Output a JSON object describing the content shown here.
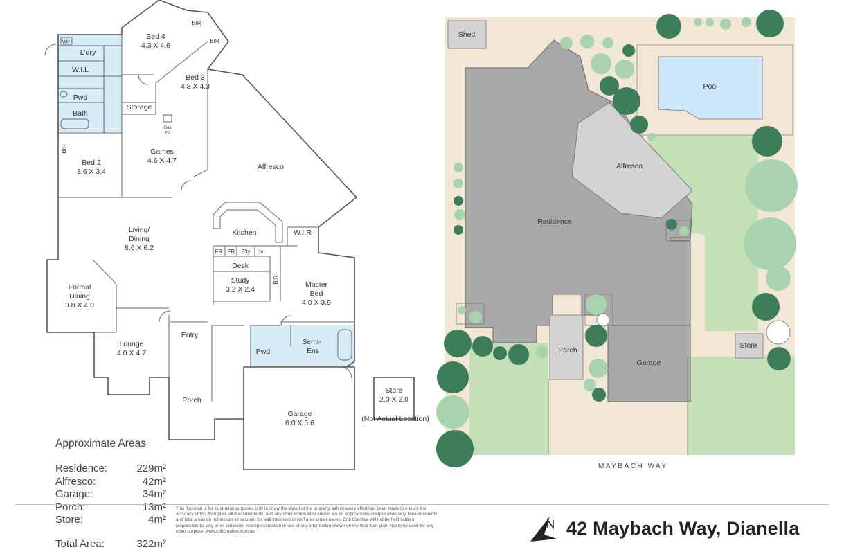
{
  "floor_plan": {
    "rooms": {
      "bed4": {
        "name": "Bed 4",
        "size": "4.3 X 4.6"
      },
      "bed3": {
        "name": "Bed 3",
        "size": "4.8 X 4.3"
      },
      "bed2": {
        "name": "Bed 2",
        "size": "3.6 X 3.4"
      },
      "games": {
        "name": "Games",
        "size": "4.6 X 4.7"
      },
      "alfresco": {
        "name": "Alfresco"
      },
      "living": {
        "name_line1": "Living/",
        "name_line2": "Dining",
        "size": "8.6 X 6.2"
      },
      "kitchen": {
        "name": "Kitchen"
      },
      "formal_dining": {
        "name_line1": "Formal",
        "name_line2": "Dining",
        "size": "3.8 X 4.0"
      },
      "lounge": {
        "name": "Lounge",
        "size": "4.0 X 4.7"
      },
      "study": {
        "name": "Study",
        "size": "3.2 X 2.4"
      },
      "desk": {
        "name": "Desk"
      },
      "master_bed": {
        "name_line1": "Master",
        "name_line2": "Bed",
        "size": "4.0 X 3.9"
      },
      "semi_ens": {
        "name_line1": "Semi-",
        "name_line2": "Ens"
      },
      "entry": {
        "name": "Entry"
      },
      "porch": {
        "name": "Porch"
      },
      "garage": {
        "name": "Garage",
        "size": "6.0 X 5.6"
      },
      "store": {
        "name": "Store",
        "size": "2.0 X 2.0",
        "note": "(Not Actual Location)"
      },
      "laundry": {
        "name": "L'dry"
      },
      "wil": {
        "name": "W.I.L"
      },
      "pwd1": {
        "name": "Pwd"
      },
      "bath": {
        "name": "Bath"
      },
      "storage": {
        "name": "Storage"
      },
      "wir": {
        "name": "W.I.R"
      },
      "pwd2": {
        "name": "Pwd"
      }
    },
    "small_labels": {
      "bir": "BIR",
      "wm": "WM",
      "gas": "Gas",
      "fp": "FP",
      "fr": "FR",
      "pantry": "P'ty",
      "oven": "ov"
    }
  },
  "areas": {
    "heading": "Approximate Areas",
    "rows": [
      {
        "label": "Residence:",
        "value": "229m²"
      },
      {
        "label": "Alfresco:",
        "value": "42m²"
      },
      {
        "label": "Garage:",
        "value": "34m²"
      },
      {
        "label": "Porch:",
        "value": "13m²"
      },
      {
        "label": "Store:",
        "value": "4m²"
      }
    ],
    "total_label": "Total Area:",
    "total_value": "322m²"
  },
  "site_plan": {
    "labels": {
      "shed": "Shed",
      "pool": "Pool",
      "alfresco": "Alfresco",
      "residence": "Residence",
      "porch": "Porch",
      "garage": "Garage",
      "store": "Store"
    },
    "street": "MAYBACH WAY"
  },
  "disclaimer": "This floorplan is for illustration purposes only to show the layout of the property. Whilst every effort has been made to ensure the accuracy of this floor plan, all measurements, and any other information shown are an approximate interpretation only. Measurements and total areas do not include or account for wall thickness or roof area under eaves. Crib Creative will not be held liable or responsible for any error, omission, misrepresentation or use of any information shown on the final floor plan. Not to be used for any other purpose. www.cribcreative.com.au",
  "address": "42 Maybach Way, Dianella",
  "colors": {
    "lawn": "#c5e0b6",
    "paving": "#f2e6d5",
    "building": "#a9a9a9",
    "alfresco": "#d3d3d3",
    "pool": "#cde8fb",
    "tree_dark": "#3d7d59",
    "tree_light": "#a8d3ae"
  }
}
